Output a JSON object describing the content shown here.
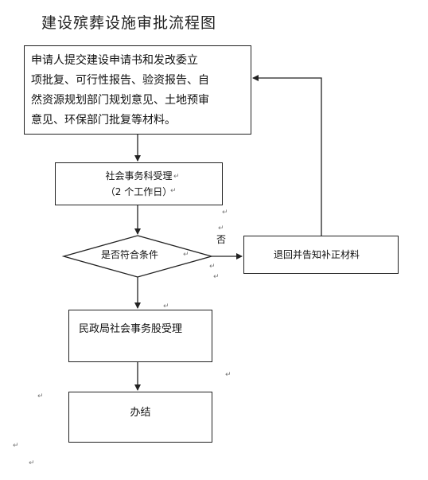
{
  "title": "建设殡葬设施审批流程图",
  "nodes": {
    "apply": {
      "lines": [
        "申请人提交建设申请书和发改委立",
        "项批复、可行性报告、验资报告、自",
        "然资源规划部门规划意见、土地预审",
        "意见、环保部门批复等材料。"
      ]
    },
    "accept": {
      "line1": "社会事务科受理",
      "line2": "（2 个工作日）"
    },
    "decision": "是否符合条件",
    "return": "退回并告知补正材料",
    "civil": "民政局社会事务股受理",
    "finish": "办结"
  },
  "edge_labels": {
    "no": "否"
  },
  "marks": {
    "return_arrow": "↵"
  }
}
